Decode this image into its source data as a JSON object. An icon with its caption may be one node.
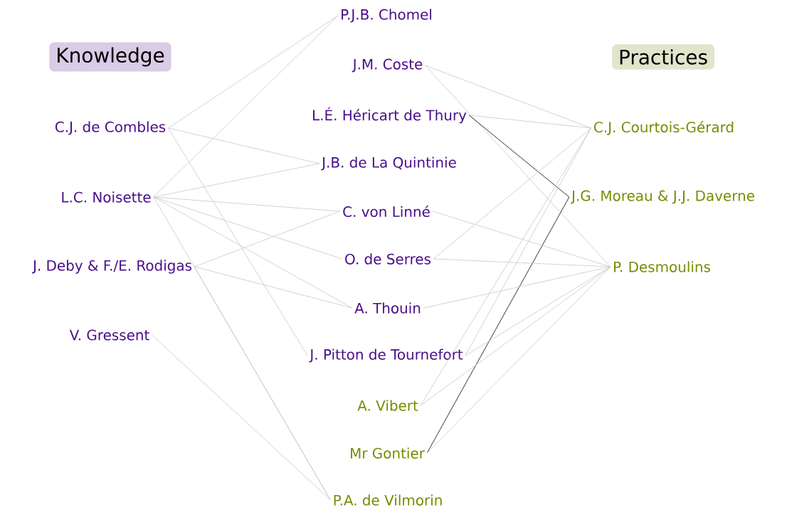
{
  "diagram": {
    "nodes": [
      {
        "text": [
          "Knowledge"
        ]
      },
      {
        "text": [
          "Practices"
        ]
      },
      {
        "text": [
          "C.J. de Combles"
        ]
      },
      {
        "text": [
          "L.C. Noisette"
        ]
      },
      {
        "text": [
          "J. Deby & F./E. Rodigas"
        ]
      },
      {
        "text": [
          "V. Gressent"
        ]
      },
      {
        "text": [
          "P.J.B. Chomel"
        ]
      },
      {
        "text": [
          "J.M. Coste"
        ]
      },
      {
        "text": [
          "L.É. Héricart de Thury"
        ]
      },
      {
        "text": [
          "J.B. de La Quintinie"
        ]
      },
      {
        "text": [
          "C. von Linné"
        ]
      },
      {
        "text": [
          "O. de Serres"
        ]
      },
      {
        "text": [
          "A. Thouin"
        ]
      },
      {
        "text": [
          "J. Pitton de Tournefort"
        ]
      },
      {
        "text": [
          "A. Vibert"
        ]
      },
      {
        "text": [
          "Mr Gontier"
        ]
      },
      {
        "text": [
          "P.A. de Vilmorin"
        ]
      },
      {
        "text": [
          "C.J. Courtois-Gérard"
        ]
      },
      {
        "text": [
          "J.G. Moreau & J.J. Daverne"
        ]
      },
      {
        "text": [
          "P. Desmoulins"
        ]
      }
    ],
    "edges": [
      {
        "from": 2,
        "to": 6,
        "arrow": "none"
      },
      {
        "from": 2,
        "to": 9,
        "arrow": "none"
      },
      {
        "from": 2,
        "to": 13,
        "arrow": "none"
      },
      {
        "from": 3,
        "to": 6,
        "arrow": "none"
      },
      {
        "from": 3,
        "to": 9,
        "arrow": "none"
      },
      {
        "from": 3,
        "to": 10,
        "arrow": "none"
      },
      {
        "from": 3,
        "to": 11,
        "arrow": "none"
      },
      {
        "from": 3,
        "to": 12,
        "arrow": "none"
      },
      {
        "from": 3,
        "to": 16,
        "arrow": "none"
      },
      {
        "from": 4,
        "to": 10,
        "arrow": "none"
      },
      {
        "from": 4,
        "to": 12,
        "arrow": "none"
      },
      {
        "from": 4,
        "to": 16,
        "arrow": "none"
      },
      {
        "from": 5,
        "to": 16,
        "arrow": "none"
      },
      {
        "from": 7,
        "to": 17,
        "arrow": "none"
      },
      {
        "from": 7,
        "to": 19,
        "arrow": "none"
      },
      {
        "from": 8,
        "to": 17,
        "arrow": "none"
      },
      {
        "from": 8,
        "to": 18,
        "arrow": "none",
        "color": "#000000"
      },
      {
        "from": 18,
        "to": 15,
        "arrow": "none",
        "color": "#000000"
      },
      {
        "from": 10,
        "to": 19,
        "arrow": "none"
      },
      {
        "from": 11,
        "to": 17,
        "arrow": "none"
      },
      {
        "from": 11,
        "to": 19,
        "arrow": "none"
      },
      {
        "from": 12,
        "to": 19,
        "arrow": "none"
      },
      {
        "from": 13,
        "to": 17,
        "arrow": "none"
      },
      {
        "from": 13,
        "to": 19,
        "arrow": "none"
      },
      {
        "from": 14,
        "to": 17,
        "arrow": "none"
      },
      {
        "from": 14,
        "to": 19,
        "arrow": "none"
      },
      {
        "from": 15,
        "to": 19,
        "arrow": "none"
      }
    ]
  }
}
